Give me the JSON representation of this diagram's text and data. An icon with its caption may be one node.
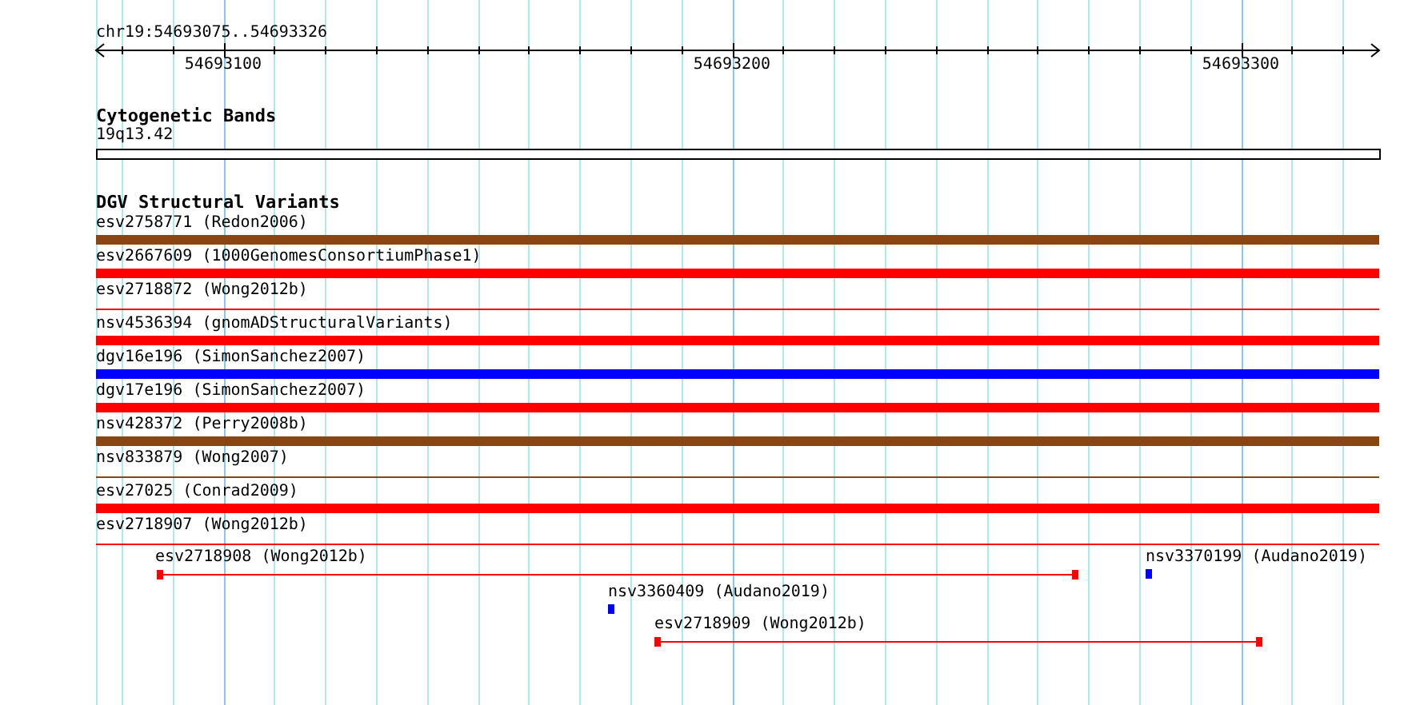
{
  "diagram": {
    "labels": [
      "chr19:54693075..54693326",
      "54693100",
      "54693200",
      "54693300",
      "Cytogenetic Bands",
      "19q13.42",
      "DGV Structural Variants",
      "esv2758771 (Redon2006)",
      "esv2667609 (1000GenomesConsortiumPhase1)",
      "esv2718872 (Wong2012b)",
      "nsv4536394 (gnomADStructuralVariants)",
      "dgv16e196 (SimonSanchez2007)",
      "dgv17e196 (SimonSanchez2007)",
      "nsv428372 (Perry2008b)",
      "nsv833879 (Wong2007)",
      "esv27025 (Conrad2009)",
      "esv2718907 (Wong2012b)",
      "esv2718908 (Wong2012b)",
      "nsv3370199 (Audano2019)",
      "nsv3360409 (Audano2019)",
      "esv2718909 (Wong2012b)"
    ]
  }
}
